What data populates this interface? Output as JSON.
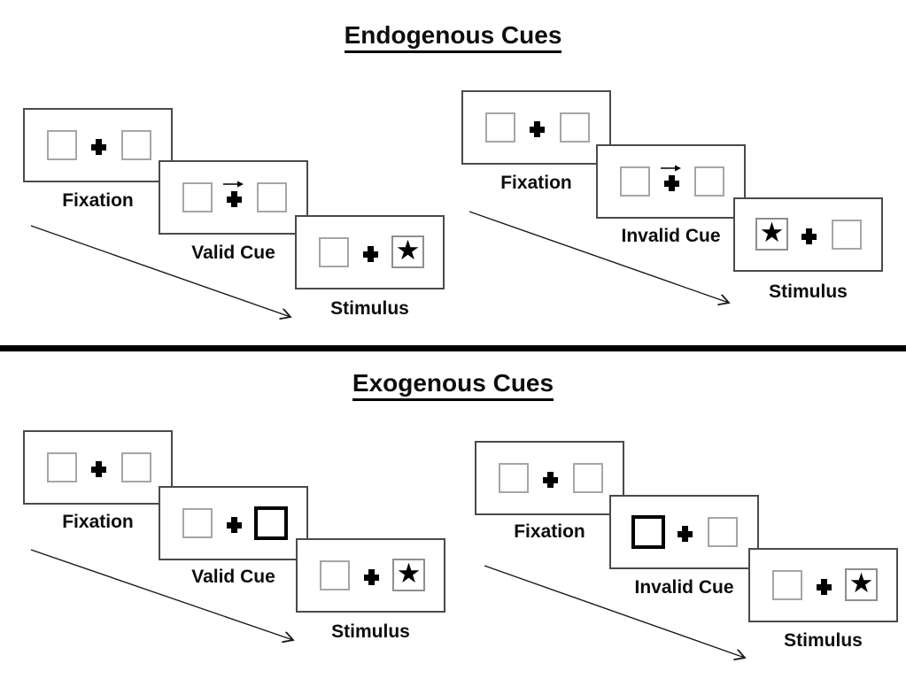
{
  "sections": [
    {
      "title": "Endogenous Cues",
      "sequences": [
        {
          "name": "valid",
          "fixation_label": "Fixation",
          "cue_label": "Valid Cue",
          "stimulus_label": "Stimulus",
          "cue_type": "central-arrow-right",
          "target_side": "right"
        },
        {
          "name": "invalid",
          "fixation_label": "Fixation",
          "cue_label": "Invalid Cue",
          "stimulus_label": "Stimulus",
          "cue_type": "central-arrow-right",
          "target_side": "left"
        }
      ]
    },
    {
      "title": "Exogenous Cues",
      "sequences": [
        {
          "name": "valid",
          "fixation_label": "Fixation",
          "cue_label": "Valid Cue",
          "stimulus_label": "Stimulus",
          "cue_type": "peripheral-bold-box-right",
          "target_side": "right"
        },
        {
          "name": "invalid",
          "fixation_label": "Fixation",
          "cue_label": "Invalid Cue",
          "stimulus_label": "Stimulus",
          "cue_type": "peripheral-bold-box-left",
          "target_side": "right"
        }
      ]
    }
  ],
  "glyphs": {
    "star": "★"
  },
  "colors": {
    "background": "#ffffff",
    "panel_border": "#4a4a4a",
    "box_border": "#a6a6a6",
    "ink": "#000000"
  }
}
